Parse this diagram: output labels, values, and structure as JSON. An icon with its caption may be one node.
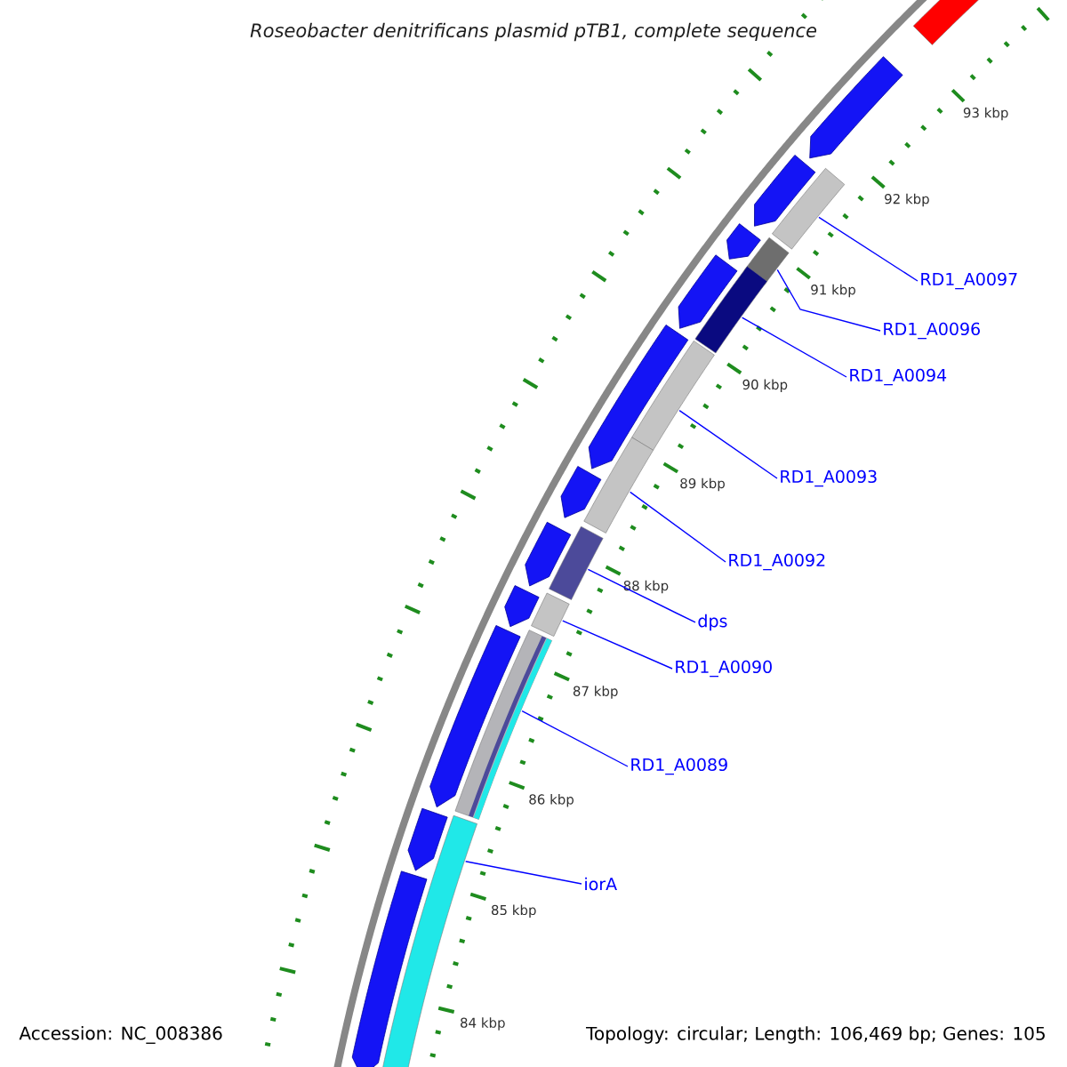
{
  "diagram": {
    "title": "Roseobacter denitrificans plasmid pTB1, complete sequence",
    "nodes": [
      {
        "text": [
          "RD1_A0097"
        ]
      },
      {
        "text": [
          "RD1_A0096"
        ]
      },
      {
        "text": [
          "RD1_A0094"
        ]
      },
      {
        "text": [
          "RD1_A0093"
        ]
      },
      {
        "text": [
          "RD1_A0092"
        ]
      },
      {
        "text": [
          "dps"
        ]
      },
      {
        "text": [
          "RD1_A0090"
        ]
      },
      {
        "text": [
          "RD1_A0089"
        ]
      },
      {
        "text": [
          "iorA"
        ]
      },
      {
        "text": [],
        "shape": "bar"
      },
      {
        "text": [],
        "shape": "bar"
      },
      {
        "text": [],
        "shape": "bar"
      },
      {
        "text": [],
        "shape": "bar"
      },
      {
        "text": [],
        "shape": "bar"
      },
      {
        "text": [],
        "shape": "bar"
      },
      {
        "text": [],
        "shape": "bar"
      },
      {
        "text": [],
        "shape": "bar"
      },
      {
        "text": [],
        "shape": "bar"
      },
      {
        "text": [],
        "shape": "bar"
      },
      {
        "text": [],
        "shape": "arrow"
      },
      {
        "text": [],
        "shape": "arrow"
      },
      {
        "text": [],
        "shape": "arrow"
      },
      {
        "text": [],
        "shape": "arrow"
      },
      {
        "text": [],
        "shape": "arrow"
      },
      {
        "text": [],
        "shape": "arrow"
      },
      {
        "text": [],
        "shape": "arrow"
      },
      {
        "text": [],
        "shape": "arrow"
      },
      {
        "text": [],
        "shape": "arrow"
      },
      {
        "text": [],
        "shape": "arrow"
      },
      {
        "text": [],
        "shape": "arrow"
      }
    ],
    "edges": [
      {
        "from": 0,
        "to": 9,
        "arrow": "none"
      },
      {
        "from": 1,
        "to": 10,
        "arrow": "none"
      },
      {
        "from": 2,
        "to": 11,
        "arrow": "none"
      },
      {
        "from": 3,
        "to": 12,
        "arrow": "none"
      },
      {
        "from": 4,
        "to": 13,
        "arrow": "none"
      },
      {
        "from": 5,
        "to": 14,
        "arrow": "none"
      },
      {
        "from": 6,
        "to": 15,
        "arrow": "none"
      },
      {
        "from": 7,
        "to": 16,
        "arrow": "none"
      },
      {
        "from": 8,
        "to": 17,
        "arrow": "none"
      }
    ],
    "labels": [
      "93 kbp",
      "92 kbp",
      "91 kbp",
      "90 kbp",
      "89 kbp",
      "88 kbp",
      "87 kbp",
      "86 kbp",
      "85 kbp",
      "84 kbp",
      "Accession: NC_008386",
      "Topology: circular; Length: 106,469 bp; Genes: 105"
    ]
  }
}
